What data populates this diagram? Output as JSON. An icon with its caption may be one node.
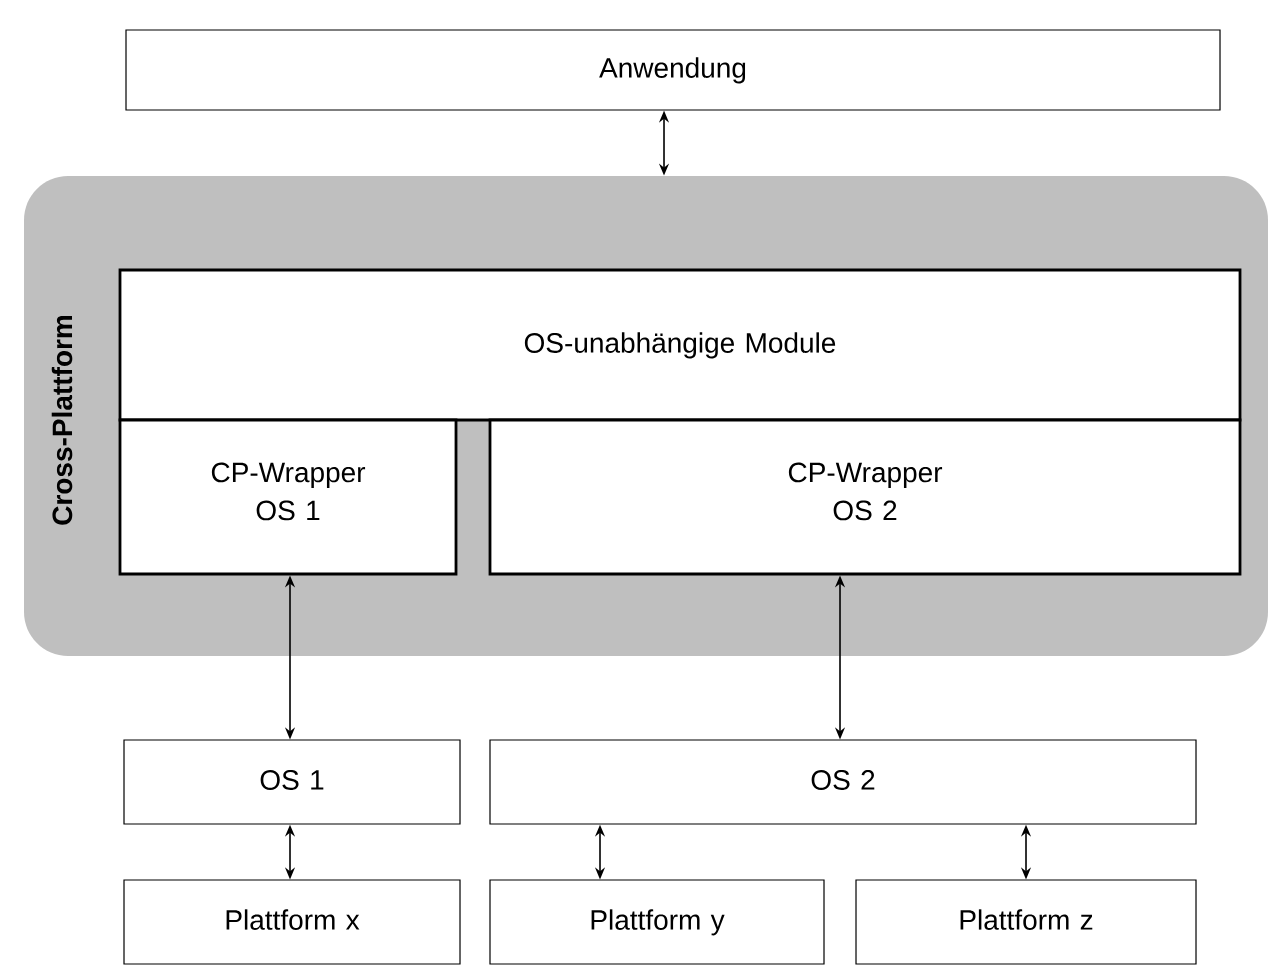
{
  "diagram": {
    "nodes": [
      {
        "text": [
          "Anwendung"
        ]
      },
      {
        "text": [
          "Cross-Plattform"
        ]
      },
      {
        "text": [
          "OS-unabhängige Module"
        ],
        "in": 1
      },
      {
        "text": [
          "CP-Wrapper OS 1"
        ],
        "in": 1
      },
      {
        "text": [
          "CP-Wrapper OS 2"
        ],
        "in": 1
      },
      {
        "text": [
          "OS 1"
        ]
      },
      {
        "text": [
          "OS 2"
        ]
      },
      {
        "text": [
          "Plattform x"
        ]
      },
      {
        "text": [
          "Plattform y"
        ]
      },
      {
        "text": [
          "Plattform z"
        ]
      }
    ],
    "edges": [
      {
        "from": 0,
        "to": 1,
        "arrow": "both"
      },
      {
        "from": 3,
        "to": 5,
        "arrow": "both"
      },
      {
        "from": 4,
        "to": 6,
        "arrow": "both"
      },
      {
        "from": 5,
        "to": 7,
        "arrow": "both"
      },
      {
        "from": 6,
        "to": 8,
        "arrow": "both"
      },
      {
        "from": 6,
        "to": 9,
        "arrow": "both"
      }
    ]
  }
}
